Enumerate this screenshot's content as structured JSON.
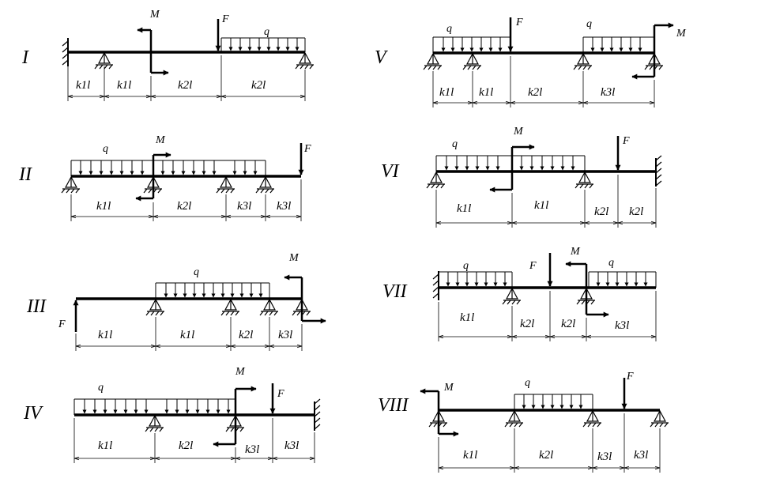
{
  "schemes": [
    {
      "numeral": "I",
      "loads": {
        "M": "M",
        "F": "F",
        "q": "q"
      },
      "dims": [
        "k1l",
        "k1l",
        "k2l",
        "k2l"
      ]
    },
    {
      "numeral": "II",
      "loads": {
        "q": "q",
        "M": "M",
        "F": "F"
      },
      "dims": [
        "k1l",
        "k2l",
        "k3l",
        "k3l"
      ]
    },
    {
      "numeral": "III",
      "loads": {
        "q": "q",
        "M": "M",
        "F": "F"
      },
      "dims": [
        "k1l",
        "k1l",
        "k2l",
        "k3l"
      ]
    },
    {
      "numeral": "IV",
      "loads": {
        "q": "q",
        "M": "M",
        "F": "F"
      },
      "dims": [
        "k1l",
        "k2l",
        "k3l",
        "k3l"
      ]
    },
    {
      "numeral": "V",
      "loads": {
        "q1": "q",
        "F": "F",
        "q2": "q",
        "M": "M"
      },
      "dims": [
        "k1l",
        "k1l",
        "k2l",
        "k3l"
      ]
    },
    {
      "numeral": "VI",
      "loads": {
        "q": "q",
        "M": "M",
        "F": "F"
      },
      "dims": [
        "k1l",
        "k1l",
        "k2l",
        "k2l"
      ]
    },
    {
      "numeral": "VII",
      "loads": {
        "q1": "q",
        "F": "F",
        "M": "M",
        "q2": "q"
      },
      "dims": [
        "k1l",
        "k2l",
        "k2l",
        "k3l"
      ]
    },
    {
      "numeral": "VIII",
      "loads": {
        "M": "M",
        "q": "q",
        "F": "F"
      },
      "dims": [
        "k1l",
        "k2l",
        "k3l",
        "k3l"
      ]
    }
  ]
}
